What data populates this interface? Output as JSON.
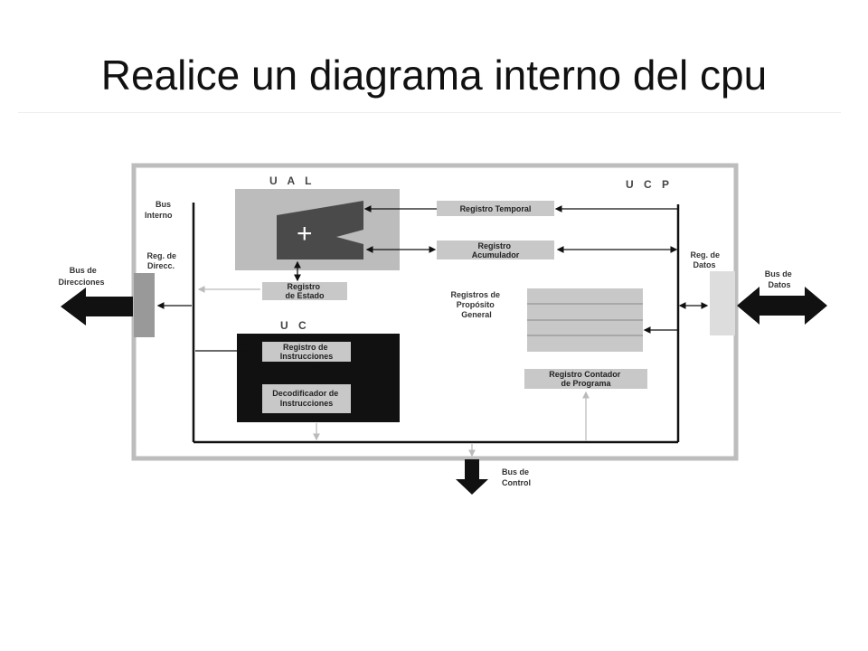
{
  "title": "Realice un diagrama interno del cpu",
  "diagram": {
    "ucp_label": "U C P",
    "ual_label": "U A L",
    "uc_label": "U C",
    "bus_interno": [
      "Bus",
      "Interno"
    ],
    "reg_direcc": [
      "Reg. de",
      "Direcc."
    ],
    "reg_datos": [
      "Reg. de",
      "Datos"
    ],
    "bus_direcciones": [
      "Bus de",
      "Direcciones"
    ],
    "bus_datos": [
      "Bus de",
      "Datos"
    ],
    "bus_control": [
      "Bus de",
      "Control"
    ],
    "registro_temporal": "Registro Temporal",
    "registro_acumulador": [
      "Registro",
      "Acumulador"
    ],
    "registro_estado": [
      "Registro",
      "de Estado"
    ],
    "registros_proposito": [
      "Registros de",
      "Propósito",
      "General"
    ],
    "registro_instrucciones": [
      "Registro de",
      "Instrucciones"
    ],
    "decodificador": [
      "Decodificador de",
      "Instrucciones"
    ],
    "contador_programa": [
      "Registro Contador",
      "de Programa"
    ],
    "alu_symbol": "+"
  }
}
